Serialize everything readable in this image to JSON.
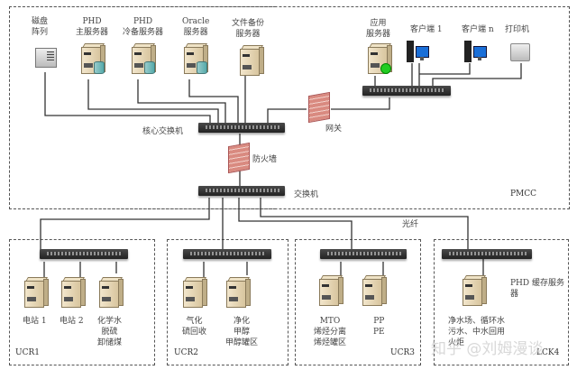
{
  "zones": {
    "pmcc": "PMCC",
    "ucr1": "UCR1",
    "ucr2": "UCR2",
    "ucr3": "UCR3",
    "lck4": "LCK4"
  },
  "top_devices": [
    {
      "icon": "disk-array-icon",
      "label_lines": [
        "磁盘",
        "阵列"
      ]
    },
    {
      "icon": "database-server-icon",
      "label_lines": [
        "PHD",
        "主服务器"
      ]
    },
    {
      "icon": "database-server-icon",
      "label_lines": [
        "PHD",
        "冷备服务器"
      ]
    },
    {
      "icon": "database-server-icon",
      "label_lines": [
        "Oracle",
        "服务器"
      ]
    },
    {
      "icon": "server-icon",
      "label_lines": [
        "文件备份",
        "服务器"
      ]
    },
    {
      "icon": "app-server-icon",
      "label_lines": [
        "应用",
        "服务器"
      ]
    },
    {
      "icon": "pc-icon",
      "label_lines": [
        "客户端 1"
      ]
    },
    {
      "icon": "pc-icon",
      "label_lines": [
        "客户端 n"
      ]
    },
    {
      "icon": "printer-icon",
      "label_lines": [
        "打印机"
      ]
    }
  ],
  "network": {
    "core_switch": "核心交换机",
    "gateway": "网关",
    "firewall": "防火墙",
    "switch": "交换机",
    "fiber": "光纤"
  },
  "ucr1_devices": [
    {
      "label_lines": [
        "电站 1"
      ]
    },
    {
      "label_lines": [
        "电站 2"
      ]
    },
    {
      "label_lines": [
        "化学水",
        "脱硫",
        "卸储煤"
      ]
    }
  ],
  "ucr2_devices": [
    {
      "label_lines": [
        "气化",
        "硫回收"
      ]
    },
    {
      "label_lines": [
        "净化",
        "甲醇",
        "甲醇罐区"
      ]
    }
  ],
  "ucr3_devices": [
    {
      "label_lines": [
        "MTO",
        "烯烃分离",
        "烯烃罐区"
      ]
    },
    {
      "label_lines": [
        "PP",
        "PE"
      ]
    }
  ],
  "lck4": {
    "server_label": "PHD 缓存服务器",
    "areas_lines": [
      "净水场、循环水",
      "污水、中水回用",
      "火炬"
    ]
  },
  "watermark": "知乎 @刘姆漫谈"
}
